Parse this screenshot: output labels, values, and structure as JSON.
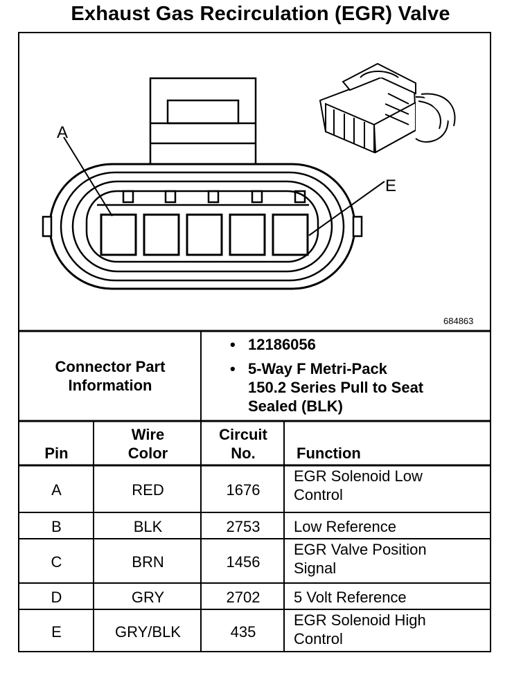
{
  "title": "Exhaust Gas Recirculation (EGR) Valve",
  "figure_number": "684863",
  "connector": {
    "pin_labels": [
      "A",
      "E"
    ],
    "cavities": 5
  },
  "connector_info": {
    "label_line1": "Connector Part",
    "label_line2": "Information",
    "part_number": "12186056",
    "description_line1": "5-Way F Metri-Pack",
    "description_line2": "150.2 Series Pull to Seat",
    "description_line3": "Sealed (BLK)"
  },
  "table": {
    "headers": {
      "pin": "Pin",
      "wire_color_line1": "Wire",
      "wire_color_line2": "Color",
      "circuit_line1": "Circuit",
      "circuit_line2": "No.",
      "function": "Function"
    },
    "rows": [
      {
        "pin": "A",
        "color": "RED",
        "circuit": "1676",
        "function_line1": "EGR Solenoid Low",
        "function_line2": "Control"
      },
      {
        "pin": "B",
        "color": "BLK",
        "circuit": "2753",
        "function_line1": "Low Reference",
        "function_line2": ""
      },
      {
        "pin": "C",
        "color": "BRN",
        "circuit": "1456",
        "function_line1": "EGR Valve Position",
        "function_line2": "Signal"
      },
      {
        "pin": "D",
        "color": "GRY",
        "circuit": "2702",
        "function_line1": "5 Volt Reference",
        "function_line2": ""
      },
      {
        "pin": "E",
        "color": "GRY/BLK",
        "circuit": "435",
        "function_line1": "EGR Solenoid High",
        "function_line2": "Control"
      }
    ]
  }
}
